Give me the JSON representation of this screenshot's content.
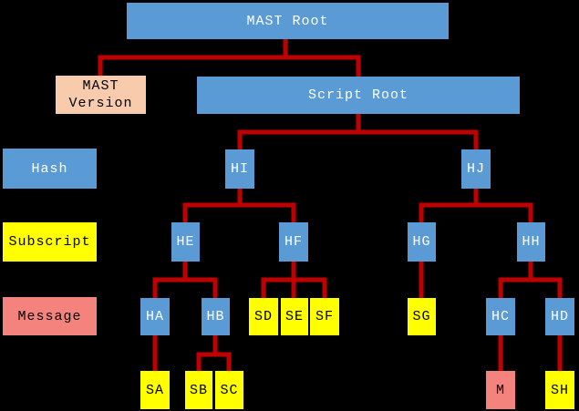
{
  "diagram": {
    "type": "tree",
    "palette": {
      "background": "#000000",
      "hash_fill": "#5B9BD5",
      "hash_text": "#FFFFFF",
      "subscript_fill": "#FFFF00",
      "message_fill": "#F4827D",
      "version_fill": "#F8CBAD",
      "dark_text": "#000000",
      "connector": "#C00000"
    },
    "legend": {
      "hash": "Hash",
      "subscript": "Subscript",
      "message": "Message"
    },
    "nodes": {
      "mast_root": "MAST Root",
      "mast_version": "MAST Version",
      "script_root": "Script Root",
      "hi": "HI",
      "hj": "HJ",
      "he": "HE",
      "hf": "HF",
      "hg": "HG",
      "hh": "HH",
      "ha": "HA",
      "hb": "HB",
      "sd": "SD",
      "se": "SE",
      "sf": "SF",
      "sg": "SG",
      "hc": "HC",
      "hd": "HD",
      "sa": "SA",
      "sb": "SB",
      "sc": "SC",
      "m": "M",
      "sh": "SH"
    },
    "edges": [
      [
        "MAST Root",
        "MAST Version"
      ],
      [
        "MAST Root",
        "Script Root"
      ],
      [
        "Script Root",
        "HI"
      ],
      [
        "Script Root",
        "HJ"
      ],
      [
        "HI",
        "HE"
      ],
      [
        "HI",
        "HF"
      ],
      [
        "HJ",
        "HG"
      ],
      [
        "HJ",
        "HH"
      ],
      [
        "HE",
        "HA"
      ],
      [
        "HE",
        "HB"
      ],
      [
        "HF",
        "SD"
      ],
      [
        "HF",
        "SE"
      ],
      [
        "HF",
        "SF"
      ],
      [
        "HG",
        "SG"
      ],
      [
        "HH",
        "HC"
      ],
      [
        "HH",
        "HD"
      ],
      [
        "HA",
        "SA"
      ],
      [
        "HB",
        "SB"
      ],
      [
        "HB",
        "SC"
      ],
      [
        "HC",
        "M"
      ],
      [
        "HD",
        "SH"
      ]
    ]
  }
}
